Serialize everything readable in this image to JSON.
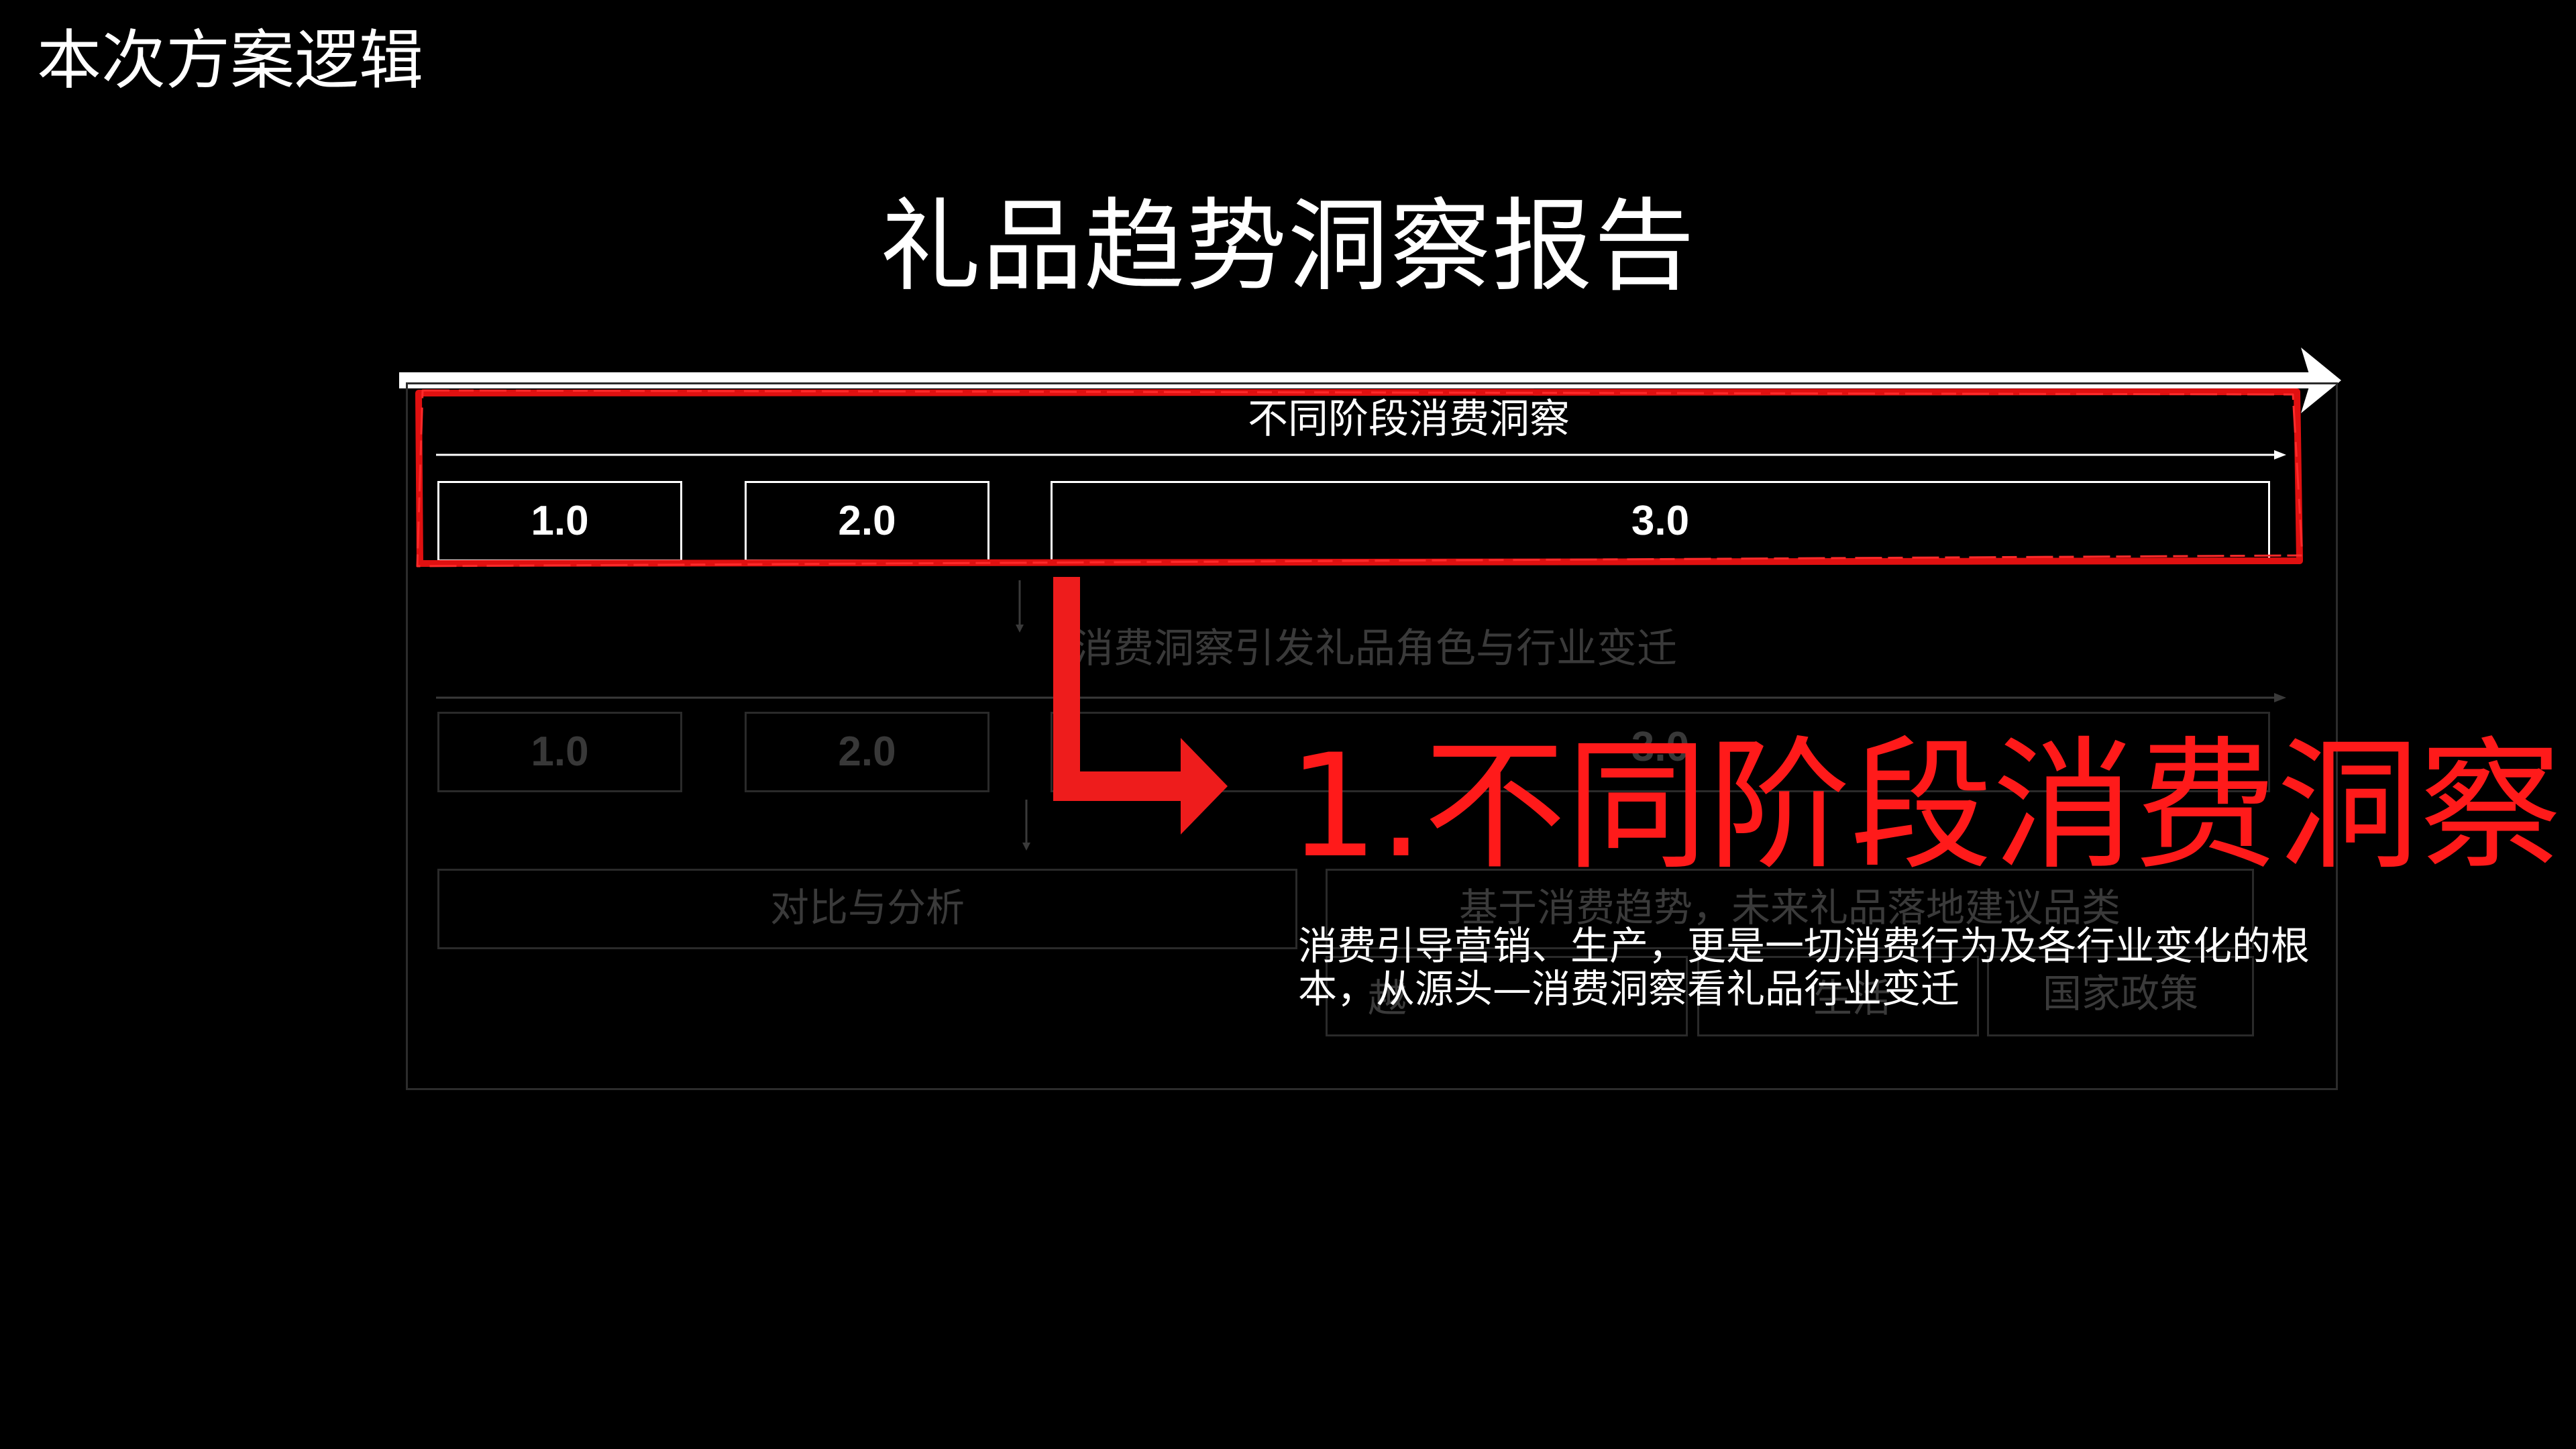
{
  "slide": {
    "heading": "本次方案逻辑",
    "report_title": "礼品趋势洞察报告"
  },
  "diagram": {
    "row1": {
      "title": "不同阶段消费洞察",
      "stages": [
        "1.0",
        "2.0",
        "3.0"
      ]
    },
    "row2": {
      "title": "消费洞察引发礼品角色与行业变迁",
      "stages": [
        "1.0",
        "2.0",
        "3.0"
      ]
    },
    "row3": {
      "left_box": "对比与分析",
      "right_box": "基于消费趋势，未来礼品落地建议品类",
      "sub_boxes": [
        "越",
        "生活",
        "国家政策"
      ]
    }
  },
  "callout": {
    "title": "1.不同阶段消费洞察",
    "description": "消费引导营销、生产，更是一切消费行为及各行业变化的根本，从源头—消费洞察看礼品行业变迁"
  },
  "colors": {
    "background": "#000000",
    "foreground": "#ffffff",
    "accent_red": "#ff1a1a",
    "dimmed": "#3a3a3a"
  }
}
